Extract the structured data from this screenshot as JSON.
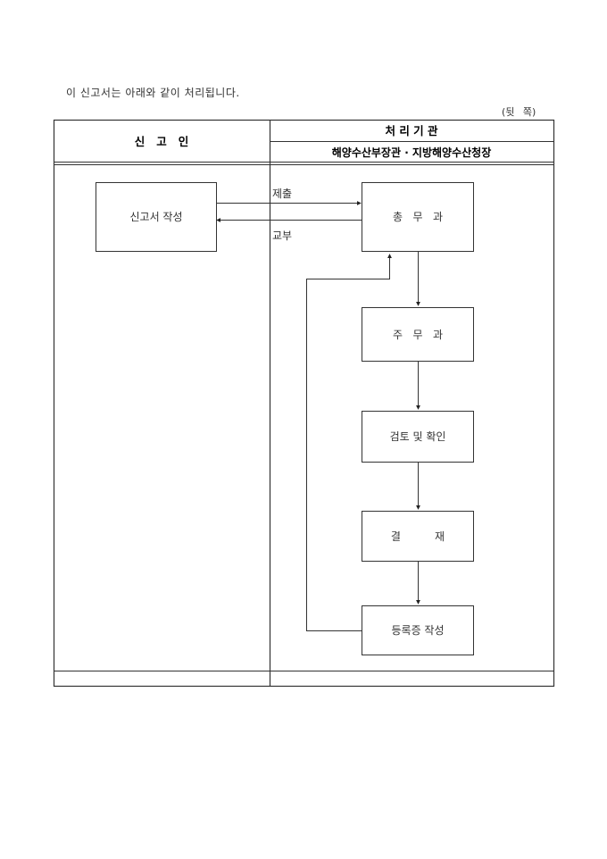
{
  "document": {
    "intro_text": "이 신고서는 아래와 같이 처리됩니다.",
    "page_side": "(뒷 쪽)",
    "table": {
      "left_header": "신   고   인",
      "right_header_title": "처 리 기 관",
      "right_header_sub": "해양수산부장관 · 지방해양수산청장"
    },
    "flow": {
      "applicant_box": "신고서 작성",
      "submit_label": "제출",
      "deliver_label": "교부",
      "steps": [
        "총   무   과",
        "주   무   과",
        "검토 및 확인",
        "결          재",
        "등록증 작성"
      ]
    }
  }
}
